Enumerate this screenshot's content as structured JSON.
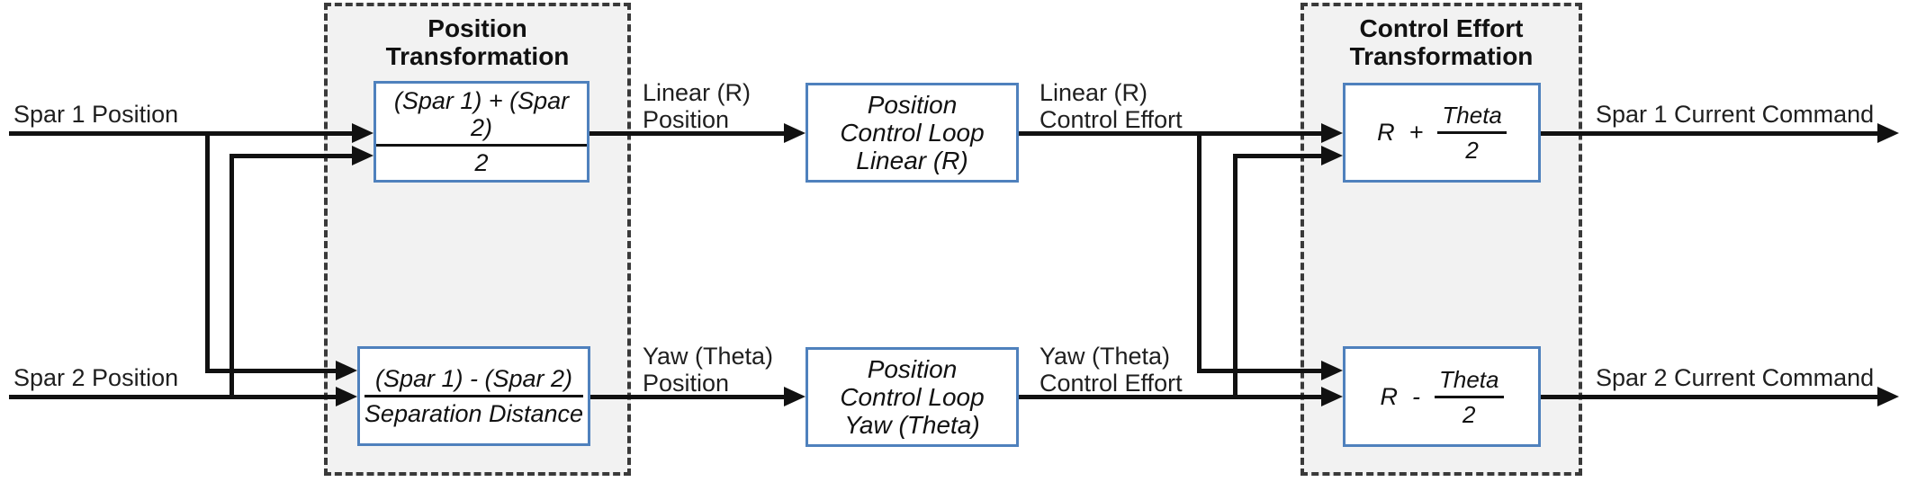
{
  "colors": {
    "line": "#111111",
    "block_border": "#4f81bd",
    "block_fill": "#ffffff",
    "group_fill": "#f2f2f2",
    "group_border": "#3a3a3a",
    "text": "#1f1f1f"
  },
  "io": {
    "spar1_position": "Spar 1 Position",
    "spar2_position": "Spar 2 Position",
    "spar1_command": "Spar 1 Current Command",
    "spar2_command": "Spar 2 Current Command"
  },
  "signals": {
    "linear_position": {
      "l1": "Linear (R)",
      "l2": "Position"
    },
    "yaw_position": {
      "l1": "Yaw (Theta)",
      "l2": "Position"
    },
    "linear_effort": {
      "l1": "Linear (R)",
      "l2": "Control Effort"
    },
    "yaw_effort": {
      "l1": "Yaw (Theta)",
      "l2": "Control Effort"
    }
  },
  "groups": {
    "position_transformation": {
      "l1": "Position",
      "l2": "Transformation"
    },
    "control_effort_transformation": {
      "l1": "Control Effort",
      "l2": "Transformation"
    }
  },
  "blocks": {
    "position_avg": {
      "numerator": "(Spar 1) + (Spar 2)",
      "denominator": "2"
    },
    "position_diff": {
      "numerator": "(Spar 1) - (Spar 2)",
      "denominator": "Separation Distance"
    },
    "loop_linear": {
      "l1": "Position",
      "l2": "Control Loop",
      "l3": "Linear (R)"
    },
    "loop_yaw": {
      "l1": "Position",
      "l2": "Control Loop",
      "l3": "Yaw (Theta)"
    },
    "effort_sum": {
      "term": "R",
      "op": "+",
      "numerator": "Theta",
      "denominator": "2"
    },
    "effort_diff": {
      "term": "R",
      "op": "-",
      "numerator": "Theta",
      "denominator": "2"
    }
  }
}
